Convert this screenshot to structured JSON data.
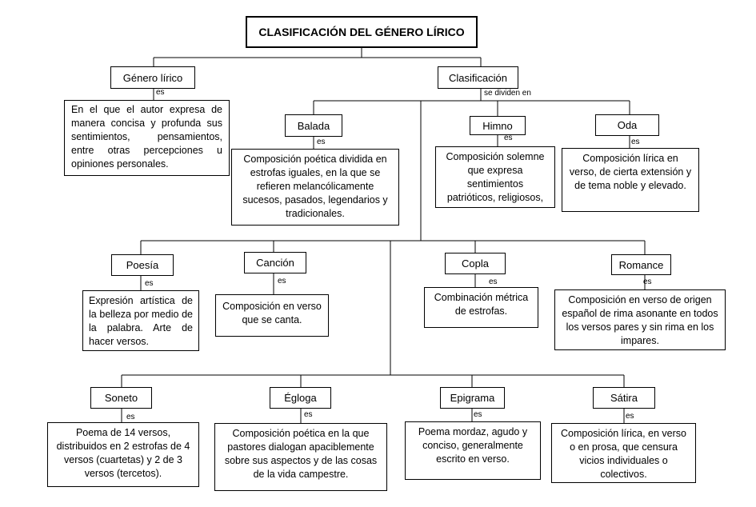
{
  "title": "CLASIFICACIÓN DEL GÉNERO LÍRICO",
  "connectors": {
    "es": "es",
    "se_dividen_en": "se dividen en"
  },
  "genero_lirico": {
    "label": "Género lírico",
    "description": "En el que el autor expresa de manera concisa y profunda sus sentimientos, pensamientos, entre otras percepciones u opiniones personales."
  },
  "clasificacion": {
    "label": "Clasificación"
  },
  "items": [
    {
      "label": "Balada",
      "description": "Composición poética dividida en estrofas iguales, en la que se refieren melancólicamente sucesos, pasados, legendarios y tradicionales."
    },
    {
      "label": "Himno",
      "description": "Composición solemne que expresa sentimientos patrióticos, religiosos,"
    },
    {
      "label": "Oda",
      "description": "Composición lírica en verso, de cierta extensión y de tema noble y elevado."
    },
    {
      "label": "Poesía",
      "description": "Expresión artística de la belleza por medio de la palabra. Arte de hacer versos."
    },
    {
      "label": "Canción",
      "description": "Composición en verso que se canta."
    },
    {
      "label": "Copla",
      "description": "Combinación métrica de estrofas."
    },
    {
      "label": "Romance",
      "description": "Composición en verso de origen español de rima asonante en todos los versos pares y sin rima en los impares."
    },
    {
      "label": "Soneto",
      "description": "Poema de 14 versos, distribuidos en 2 estrofas de 4 versos (cuartetas) y 2 de 3 versos (tercetos)."
    },
    {
      "label": "Égloga",
      "description": "Composición poética en la que pastores dialogan apaciblemente sobre sus aspectos y de las cosas de la vida campestre."
    },
    {
      "label": "Epigrama",
      "description": "Poema mordaz, agudo y conciso, generalmente escrito en verso."
    },
    {
      "label": "Sátira",
      "description": "Composición lírica, en verso o en prosa, que censura vicios individuales o colectivos."
    }
  ]
}
